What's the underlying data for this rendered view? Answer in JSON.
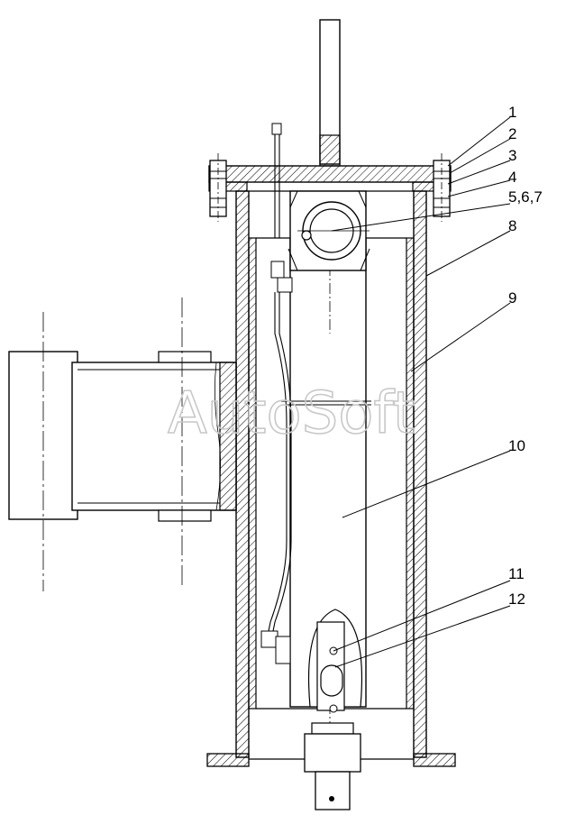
{
  "watermark": "AutoSoft",
  "callouts": [
    "1",
    "2",
    "3",
    "4",
    "5,6,7",
    "8",
    "9",
    "10",
    "11",
    "12"
  ],
  "colors": {
    "line": "#000000",
    "hatch": "#000000",
    "background": "#ffffff",
    "watermark": "#c8c8c8"
  }
}
